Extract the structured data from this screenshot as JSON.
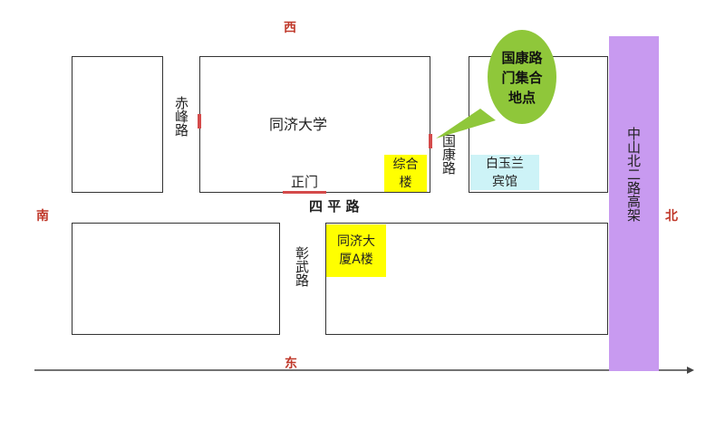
{
  "colors": {
    "direction_text": "#c0392b",
    "highlight_yellow": "#ffff00",
    "highlight_cyan": "#cdf3f7",
    "elevated_road": "#c89af0",
    "callout_fill": "#8fc73a",
    "gate_marker": "#d44a4a"
  },
  "directions": {
    "west": "西",
    "east": "东",
    "south": "南",
    "north": "北"
  },
  "campus": {
    "label": "同济大学"
  },
  "gates": {
    "main_gate": "正门"
  },
  "roads": {
    "chifeng": "赤峰路",
    "guokang": "国康路",
    "siping": "四 平 路",
    "zhangwu": "彰武路",
    "elevated": "中山北二路高架"
  },
  "buildings": {
    "zonghe": "综合楼",
    "baiyulan": "白玉兰宾馆",
    "tongji_tower": "同济大厦A楼"
  },
  "callout": {
    "label": "国康路门集合地点",
    "icon": "speech-bubble"
  }
}
